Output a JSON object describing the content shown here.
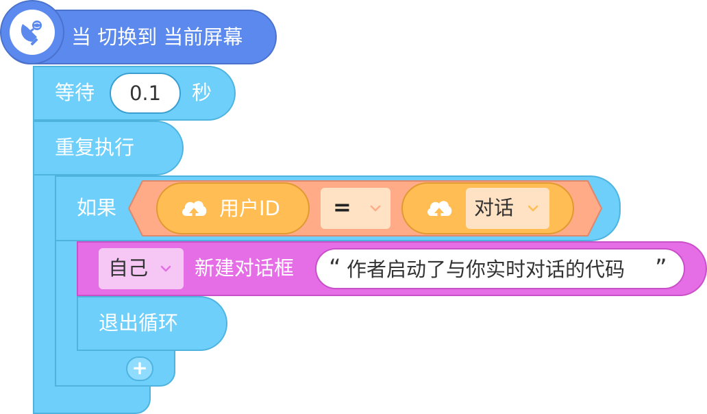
{
  "hat": {
    "label": "当 切换到 当前屏幕",
    "icon": "satellite-dish-icon"
  },
  "wait": {
    "label": "等待",
    "value": "0.1",
    "unit": "秒"
  },
  "repeat": {
    "label": "重复执行"
  },
  "if_block": {
    "label": "如果",
    "left_reporter": {
      "icon": "cloud-upload-icon",
      "label": "用户ID"
    },
    "operator": {
      "value": "="
    },
    "right_reporter": {
      "icon": "cloud-upload-icon",
      "value": "对话"
    }
  },
  "say": {
    "target": "自己",
    "label": "新建对话框",
    "open_quote": "“",
    "text": "作者启动了与你实时对话的代码",
    "close_quote": "”"
  },
  "exit": {
    "label": "退出循环"
  },
  "add": {
    "label": "+"
  },
  "colors": {
    "hat": "#5b89ee",
    "control": "#6dcffa",
    "operator": "#ffab87",
    "reporter": "#ffbd53",
    "looks": "#e56de5"
  }
}
